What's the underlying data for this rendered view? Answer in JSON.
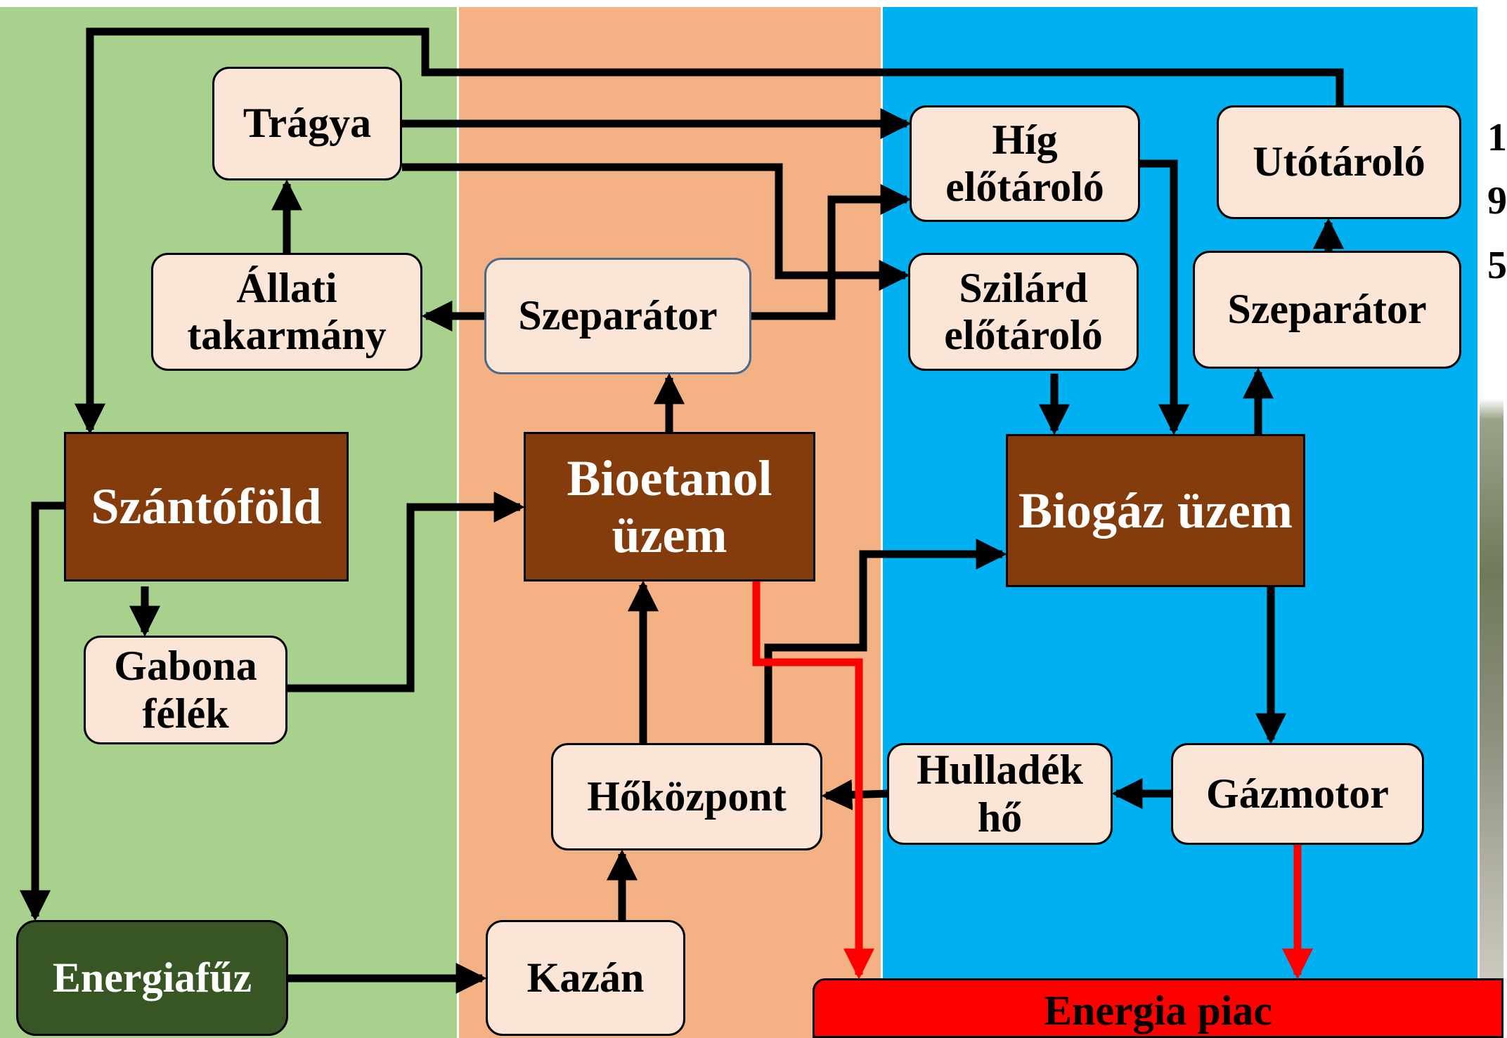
{
  "nodes": {
    "tragya": "Trágya",
    "allati": "Állati takarmány",
    "szeparator1": "Szeparátor",
    "szantofold": "Szántóföld",
    "gabona": "Gabona félék",
    "energiafuz": "Energiafűz",
    "bioetanol": "Bioetanol üzem",
    "hokozpont": "Hőközpont",
    "kazan": "Kazán",
    "hig": "Híg előtároló",
    "szilard": "Szilárd előtároló",
    "utotarolo": "Utótároló",
    "szeparator2": "Szeparátor",
    "biogaz": "Biogáz üzem",
    "hulladek": "Hulladék hő",
    "gazmotor": "Gázmotor",
    "energiapiac": "Energia piac"
  },
  "side_text": [
    "1",
    "9",
    "5"
  ],
  "colors": {
    "zone_left": "#a9d18e",
    "zone_middle": "#f4b183",
    "zone_right": "#00b0f0",
    "light_box": "#fbe5d6",
    "plant_box": "#843c0c",
    "willow_box": "#375623",
    "market_box": "#ff0000",
    "material_flow": "#000000",
    "energy_flow": "#ff0000"
  }
}
